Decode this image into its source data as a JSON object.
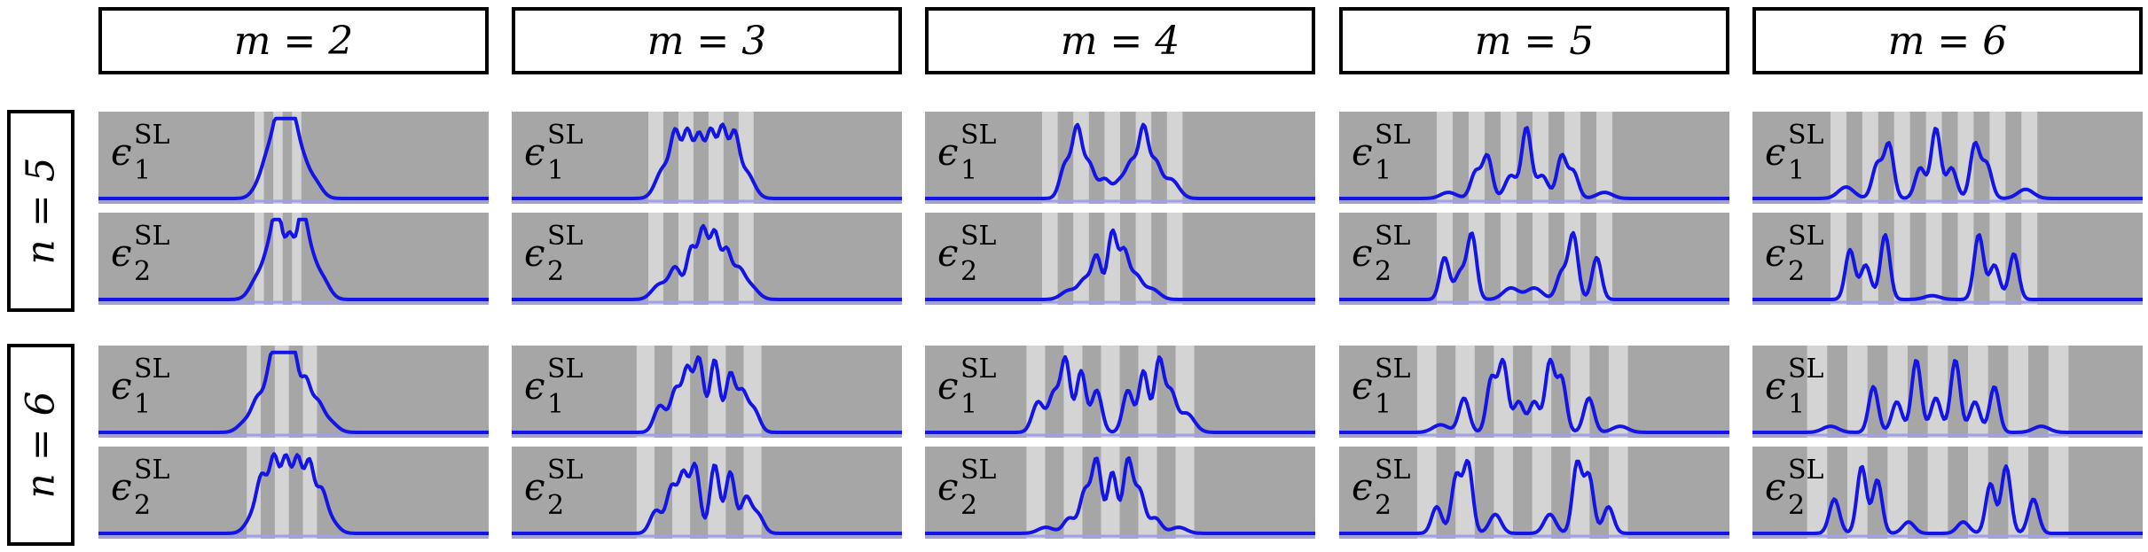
{
  "column_headers": [
    "m = 2",
    "m = 3",
    "m = 4",
    "m = 5",
    "m = 6"
  ],
  "row_headers": [
    "n = 5",
    "n = 6"
  ],
  "panel_label_symbol": "ϵ",
  "panel_label_superscript": "SL",
  "panel_label_subscripts": [
    "1",
    "2"
  ],
  "colors": {
    "line": "#1414e6",
    "dark_band": "#a6a6a6",
    "light_band": "#d4d4d4",
    "baseline_under": "#a0a0e8",
    "border": "#000000"
  },
  "chart_data": {
    "type": "line",
    "description_grid": "2 row groups (n) x 5 columns (m), each with two stacked panels (epsilon_1^SL, epsilon_2^SL)",
    "xlim": [
      0,
      1
    ],
    "ylim": [
      0,
      1
    ],
    "panels": [
      {
        "n": 5,
        "m": 2,
        "sub": "1",
        "bands": [
          [
            0.4,
            0.52
          ]
        ],
        "peaks": [
          [
            0.48,
            1.0,
            0.012
          ],
          [
            0.46,
            0.75,
            0.012
          ],
          [
            0.5,
            0.7,
            0.012
          ],
          [
            0.44,
            0.45,
            0.015
          ],
          [
            0.52,
            0.45,
            0.015
          ],
          [
            0.55,
            0.25,
            0.02
          ],
          [
            0.42,
            0.25,
            0.02
          ]
        ]
      },
      {
        "n": 5,
        "m": 2,
        "sub": "2",
        "bands": [
          [
            0.4,
            0.52
          ]
        ],
        "peaks": [
          [
            0.46,
            0.95,
            0.012
          ],
          [
            0.52,
            0.95,
            0.012
          ],
          [
            0.49,
            0.8,
            0.012
          ],
          [
            0.44,
            0.55,
            0.015
          ],
          [
            0.54,
            0.5,
            0.015
          ],
          [
            0.41,
            0.3,
            0.02
          ],
          [
            0.57,
            0.3,
            0.02
          ]
        ]
      },
      {
        "n": 5,
        "m": 3,
        "sub": "1",
        "bands": [
          [
            0.35,
            0.62
          ]
        ],
        "peaks": [
          [
            0.42,
            0.75,
            0.012
          ],
          [
            0.45,
            0.85,
            0.012
          ],
          [
            0.48,
            0.8,
            0.012
          ],
          [
            0.51,
            0.85,
            0.012
          ],
          [
            0.54,
            0.9,
            0.012
          ],
          [
            0.57,
            0.75,
            0.012
          ],
          [
            0.39,
            0.4,
            0.02
          ],
          [
            0.6,
            0.35,
            0.02
          ]
        ]
      },
      {
        "n": 5,
        "m": 3,
        "sub": "2",
        "bands": [
          [
            0.35,
            0.62
          ]
        ],
        "peaks": [
          [
            0.49,
            0.9,
            0.012
          ],
          [
            0.52,
            0.85,
            0.012
          ],
          [
            0.46,
            0.65,
            0.012
          ],
          [
            0.55,
            0.6,
            0.012
          ],
          [
            0.42,
            0.4,
            0.015
          ],
          [
            0.58,
            0.35,
            0.015
          ],
          [
            0.38,
            0.2,
            0.02
          ],
          [
            0.61,
            0.18,
            0.02
          ]
        ]
      },
      {
        "n": 5,
        "m": 4,
        "sub": "1",
        "bands": [
          [
            0.3,
            0.66
          ]
        ],
        "peaks": [
          [
            0.39,
            0.88,
            0.012
          ],
          [
            0.56,
            0.88,
            0.012
          ],
          [
            0.36,
            0.45,
            0.014
          ],
          [
            0.42,
            0.45,
            0.014
          ],
          [
            0.53,
            0.45,
            0.014
          ],
          [
            0.59,
            0.45,
            0.014
          ],
          [
            0.46,
            0.25,
            0.015
          ],
          [
            0.5,
            0.22,
            0.015
          ],
          [
            0.63,
            0.25,
            0.02
          ]
        ]
      },
      {
        "n": 5,
        "m": 4,
        "sub": "2",
        "bands": [
          [
            0.3,
            0.66
          ]
        ],
        "peaks": [
          [
            0.48,
            0.88,
            0.012
          ],
          [
            0.44,
            0.55,
            0.012
          ],
          [
            0.51,
            0.6,
            0.012
          ],
          [
            0.41,
            0.25,
            0.015
          ],
          [
            0.54,
            0.3,
            0.015
          ],
          [
            0.37,
            0.12,
            0.02
          ],
          [
            0.58,
            0.14,
            0.02
          ]
        ]
      },
      {
        "n": 5,
        "m": 5,
        "sub": "1",
        "bands": [
          [
            0.25,
            0.7
          ]
        ],
        "peaks": [
          [
            0.48,
            0.92,
            0.012
          ],
          [
            0.38,
            0.55,
            0.012
          ],
          [
            0.57,
            0.55,
            0.012
          ],
          [
            0.35,
            0.35,
            0.013
          ],
          [
            0.6,
            0.35,
            0.013
          ],
          [
            0.44,
            0.3,
            0.015
          ],
          [
            0.52,
            0.3,
            0.015
          ],
          [
            0.28,
            0.08,
            0.02
          ],
          [
            0.68,
            0.08,
            0.02
          ]
        ]
      },
      {
        "n": 5,
        "m": 5,
        "sub": "2",
        "bands": [
          [
            0.25,
            0.7
          ]
        ],
        "peaks": [
          [
            0.34,
            0.85,
            0.012
          ],
          [
            0.6,
            0.85,
            0.012
          ],
          [
            0.27,
            0.55,
            0.012
          ],
          [
            0.66,
            0.55,
            0.012
          ],
          [
            0.31,
            0.35,
            0.013
          ],
          [
            0.57,
            0.35,
            0.013
          ],
          [
            0.44,
            0.15,
            0.02
          ],
          [
            0.5,
            0.15,
            0.02
          ]
        ]
      },
      {
        "n": 5,
        "m": 6,
        "sub": "1",
        "bands": [
          [
            0.2,
            0.73
          ]
        ],
        "peaks": [
          [
            0.47,
            0.92,
            0.012
          ],
          [
            0.35,
            0.7,
            0.012
          ],
          [
            0.57,
            0.7,
            0.012
          ],
          [
            0.32,
            0.45,
            0.013
          ],
          [
            0.6,
            0.45,
            0.013
          ],
          [
            0.43,
            0.4,
            0.013
          ],
          [
            0.51,
            0.4,
            0.013
          ],
          [
            0.24,
            0.15,
            0.02
          ],
          [
            0.7,
            0.12,
            0.02
          ]
        ]
      },
      {
        "n": 5,
        "m": 6,
        "sub": "2",
        "bands": [
          [
            0.2,
            0.73
          ]
        ],
        "peaks": [
          [
            0.34,
            0.85,
            0.012
          ],
          [
            0.58,
            0.85,
            0.012
          ],
          [
            0.25,
            0.65,
            0.012
          ],
          [
            0.67,
            0.6,
            0.012
          ],
          [
            0.29,
            0.45,
            0.013
          ],
          [
            0.62,
            0.45,
            0.013
          ],
          [
            0.46,
            0.05,
            0.02
          ]
        ]
      },
      {
        "n": 6,
        "m": 2,
        "sub": "1",
        "bands": [
          [
            0.38,
            0.56
          ]
        ],
        "peaks": [
          [
            0.46,
            0.95,
            0.012
          ],
          [
            0.5,
            0.95,
            0.012
          ],
          [
            0.48,
            0.85,
            0.012
          ],
          [
            0.44,
            0.7,
            0.013
          ],
          [
            0.53,
            0.65,
            0.013
          ],
          [
            0.41,
            0.4,
            0.015
          ],
          [
            0.56,
            0.35,
            0.015
          ],
          [
            0.38,
            0.15,
            0.02
          ],
          [
            0.59,
            0.15,
            0.02
          ]
        ]
      },
      {
        "n": 6,
        "m": 2,
        "sub": "2",
        "bands": [
          [
            0.38,
            0.56
          ]
        ],
        "peaks": [
          [
            0.45,
            0.95,
            0.012
          ],
          [
            0.48,
            0.95,
            0.012
          ],
          [
            0.51,
            0.95,
            0.012
          ],
          [
            0.54,
            0.9,
            0.012
          ],
          [
            0.42,
            0.6,
            0.013
          ],
          [
            0.57,
            0.45,
            0.013
          ],
          [
            0.4,
            0.25,
            0.02
          ],
          [
            0.59,
            0.2,
            0.02
          ]
        ]
      },
      {
        "n": 6,
        "m": 3,
        "sub": "1",
        "bands": [
          [
            0.32,
            0.64
          ]
        ],
        "peaks": [
          [
            0.48,
            0.95,
            0.012
          ],
          [
            0.52,
            0.95,
            0.012
          ],
          [
            0.45,
            0.8,
            0.012
          ],
          [
            0.56,
            0.75,
            0.012
          ],
          [
            0.42,
            0.55,
            0.013
          ],
          [
            0.59,
            0.5,
            0.013
          ],
          [
            0.38,
            0.35,
            0.015
          ],
          [
            0.62,
            0.3,
            0.015
          ]
        ]
      },
      {
        "n": 6,
        "m": 3,
        "sub": "2",
        "bands": [
          [
            0.32,
            0.64
          ]
        ],
        "peaks": [
          [
            0.47,
            0.88,
            0.012
          ],
          [
            0.52,
            0.9,
            0.012
          ],
          [
            0.44,
            0.75,
            0.012
          ],
          [
            0.56,
            0.8,
            0.012
          ],
          [
            0.41,
            0.6,
            0.013
          ],
          [
            0.6,
            0.45,
            0.013
          ],
          [
            0.37,
            0.3,
            0.015
          ],
          [
            0.63,
            0.25,
            0.015
          ]
        ]
      },
      {
        "n": 6,
        "m": 4,
        "sub": "1",
        "bands": [
          [
            0.26,
            0.69
          ]
        ],
        "peaks": [
          [
            0.36,
            0.95,
            0.012
          ],
          [
            0.6,
            0.95,
            0.012
          ],
          [
            0.4,
            0.8,
            0.012
          ],
          [
            0.56,
            0.8,
            0.012
          ],
          [
            0.33,
            0.5,
            0.013
          ],
          [
            0.63,
            0.5,
            0.013
          ],
          [
            0.44,
            0.55,
            0.013
          ],
          [
            0.52,
            0.55,
            0.013
          ],
          [
            0.29,
            0.4,
            0.015
          ],
          [
            0.67,
            0.25,
            0.02
          ]
        ]
      },
      {
        "n": 6,
        "m": 4,
        "sub": "2",
        "bands": [
          [
            0.26,
            0.69
          ]
        ],
        "peaks": [
          [
            0.44,
            0.95,
            0.012
          ],
          [
            0.52,
            0.95,
            0.012
          ],
          [
            0.48,
            0.8,
            0.012
          ],
          [
            0.41,
            0.55,
            0.013
          ],
          [
            0.55,
            0.55,
            0.013
          ],
          [
            0.37,
            0.2,
            0.015
          ],
          [
            0.59,
            0.2,
            0.015
          ],
          [
            0.31,
            0.08,
            0.02
          ],
          [
            0.65,
            0.08,
            0.02
          ]
        ]
      },
      {
        "n": 6,
        "m": 5,
        "sub": "1",
        "bands": [
          [
            0.2,
            0.74
          ]
        ],
        "peaks": [
          [
            0.42,
            0.92,
            0.012
          ],
          [
            0.54,
            0.92,
            0.012
          ],
          [
            0.39,
            0.7,
            0.012
          ],
          [
            0.57,
            0.7,
            0.012
          ],
          [
            0.32,
            0.45,
            0.013
          ],
          [
            0.64,
            0.45,
            0.013
          ],
          [
            0.46,
            0.4,
            0.013
          ],
          [
            0.5,
            0.4,
            0.013
          ],
          [
            0.26,
            0.1,
            0.02
          ],
          [
            0.72,
            0.08,
            0.02
          ]
        ]
      },
      {
        "n": 6,
        "m": 5,
        "sub": "2",
        "bands": [
          [
            0.2,
            0.74
          ]
        ],
        "peaks": [
          [
            0.33,
            0.92,
            0.012
          ],
          [
            0.61,
            0.92,
            0.012
          ],
          [
            0.3,
            0.75,
            0.012
          ],
          [
            0.64,
            0.75,
            0.012
          ],
          [
            0.25,
            0.35,
            0.013
          ],
          [
            0.69,
            0.35,
            0.013
          ],
          [
            0.4,
            0.25,
            0.015
          ],
          [
            0.54,
            0.25,
            0.015
          ]
        ]
      },
      {
        "n": 6,
        "m": 6,
        "sub": "1",
        "bands": [
          [
            0.14,
            0.81
          ]
        ],
        "peaks": [
          [
            0.42,
            0.95,
            0.012
          ],
          [
            0.52,
            0.95,
            0.012
          ],
          [
            0.31,
            0.6,
            0.012
          ],
          [
            0.62,
            0.6,
            0.012
          ],
          [
            0.37,
            0.4,
            0.013
          ],
          [
            0.57,
            0.4,
            0.013
          ],
          [
            0.47,
            0.45,
            0.013
          ],
          [
            0.2,
            0.08,
            0.02
          ],
          [
            0.74,
            0.08,
            0.02
          ]
        ]
      },
      {
        "n": 6,
        "m": 6,
        "sub": "2",
        "bands": [
          [
            0.14,
            0.81
          ]
        ],
        "peaks": [
          [
            0.28,
            0.88,
            0.012
          ],
          [
            0.65,
            0.88,
            0.012
          ],
          [
            0.32,
            0.7,
            0.012
          ],
          [
            0.61,
            0.65,
            0.012
          ],
          [
            0.21,
            0.45,
            0.013
          ],
          [
            0.72,
            0.45,
            0.013
          ],
          [
            0.4,
            0.15,
            0.015
          ],
          [
            0.54,
            0.15,
            0.015
          ]
        ]
      }
    ]
  }
}
